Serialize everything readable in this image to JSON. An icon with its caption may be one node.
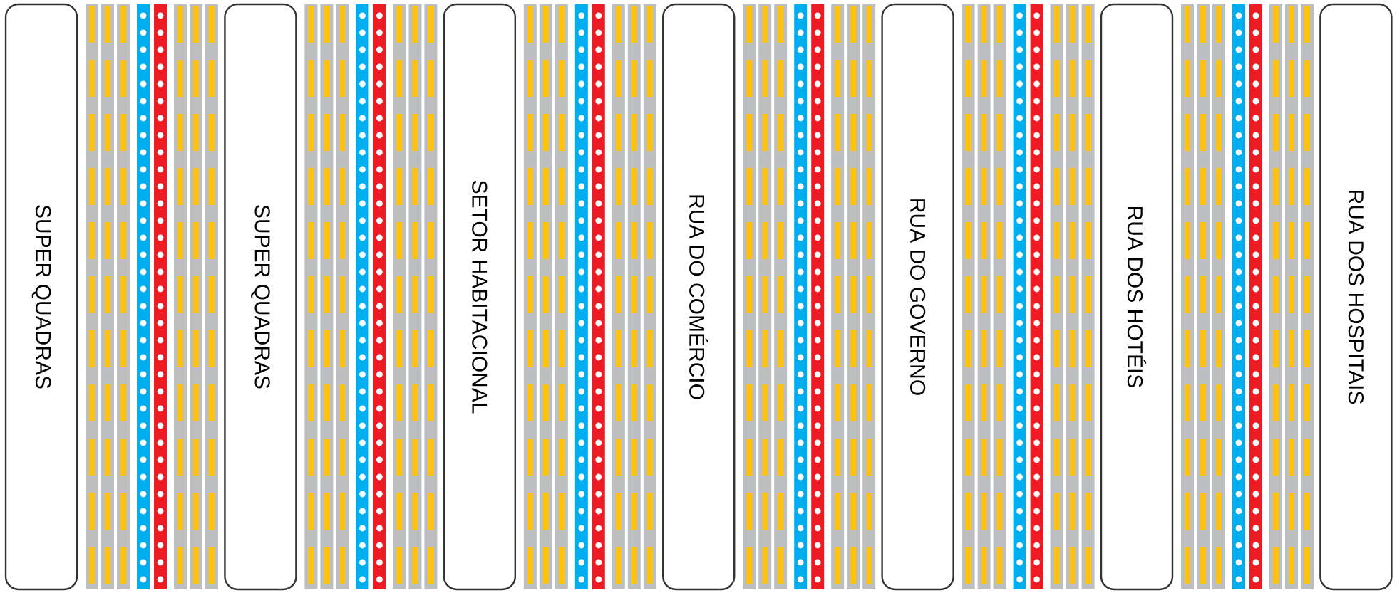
{
  "diagram": {
    "nodes": [
      {
        "text": [
          "SUPER QUADRAS"
        ]
      },
      {
        "text": [
          "SUPER QUADRAS"
        ]
      },
      {
        "text": [
          "SETOR HABITACIONAL"
        ]
      },
      {
        "text": [
          "RUA DO COMÉRCIO"
        ]
      },
      {
        "text": [
          "RUA DO GOVERNO"
        ]
      },
      {
        "text": [
          "RUA DOS HOTÉIS"
        ]
      },
      {
        "text": [
          "RUA DOS HOSPITAIS"
        ]
      }
    ]
  }
}
